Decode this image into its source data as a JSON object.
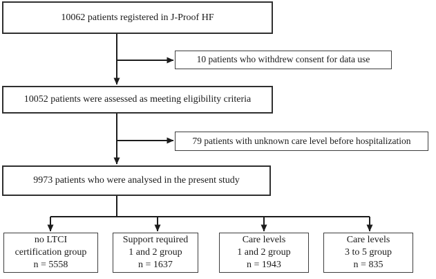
{
  "colors": {
    "background": "#ffffff",
    "box_border": "#2f2f2f",
    "side_box_border": "#3d3d3d",
    "connector_line": "#1c1c1c",
    "text": "#1a1a1a"
  },
  "flowchart": {
    "steps": [
      {
        "text": "10062 patients registered in J-Proof HF"
      },
      {
        "text": "10052 patients were assessed as meeting eligibility criteria"
      },
      {
        "text": "9973 patients who were analysed in the present study"
      }
    ],
    "exclusions": [
      {
        "text": "10 patients who withdrew consent for data use"
      },
      {
        "text": "79 patients with unknown care level before hospitalization"
      }
    ],
    "groups": [
      {
        "text": "no LTCI\ncertification group\nn = 5558"
      },
      {
        "text": "Support required\n1 and 2 group\nn = 1637"
      },
      {
        "text": "Care levels\n1 and 2 group\nn = 1943"
      },
      {
        "text": "Care levels\n3 to 5 group\nn = 835"
      }
    ]
  }
}
